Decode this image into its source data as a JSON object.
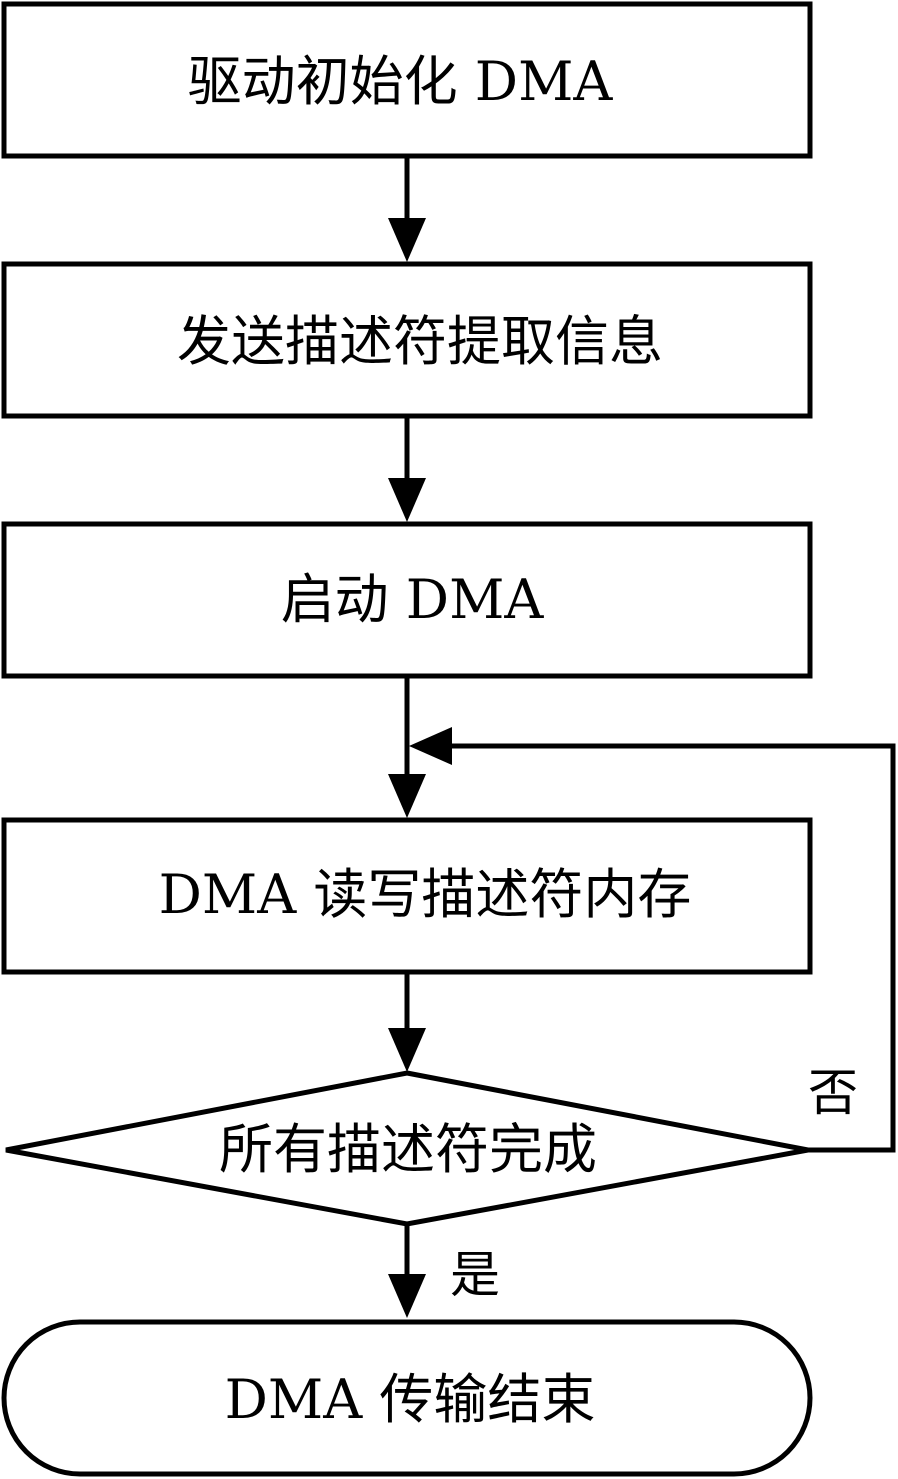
{
  "nodes": {
    "init": {
      "label": "驱动初始化 DMA"
    },
    "send": {
      "label": "发送描述符提取信息"
    },
    "start": {
      "label": "启动 DMA"
    },
    "readwrite": {
      "label": "DMA 读写描述符内存"
    },
    "decision": {
      "label": "所有描述符完成"
    },
    "end": {
      "label": "DMA 传输结束"
    }
  },
  "edges": {
    "no_label": "否",
    "yes_label": "是"
  }
}
